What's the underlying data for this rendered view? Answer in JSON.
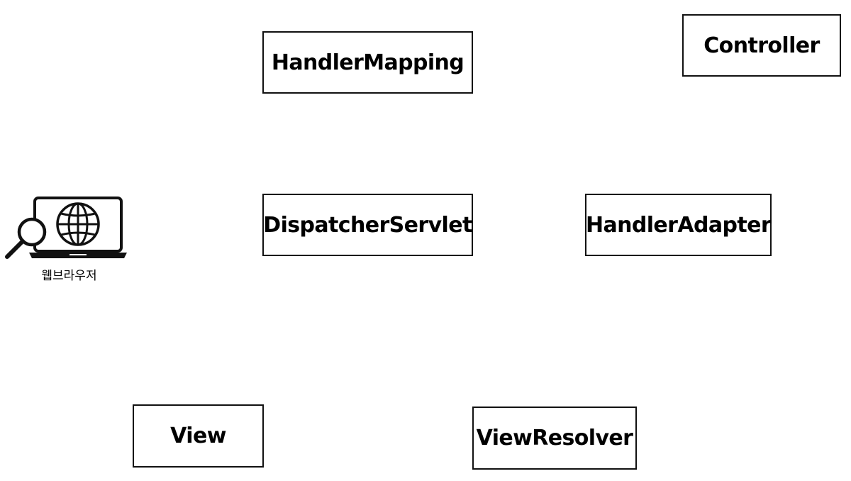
{
  "diagram": {
    "nodes": {
      "handler_mapping": "HandlerMapping",
      "controller": "Controller",
      "dispatcher_servlet": "DispatcherServlet",
      "handler_adapter": "HandlerAdapter",
      "view": "View",
      "view_resolver": "ViewResolver"
    },
    "browser": {
      "label": "웹브라우저",
      "icon": "laptop-globe-magnifier-icon"
    }
  }
}
